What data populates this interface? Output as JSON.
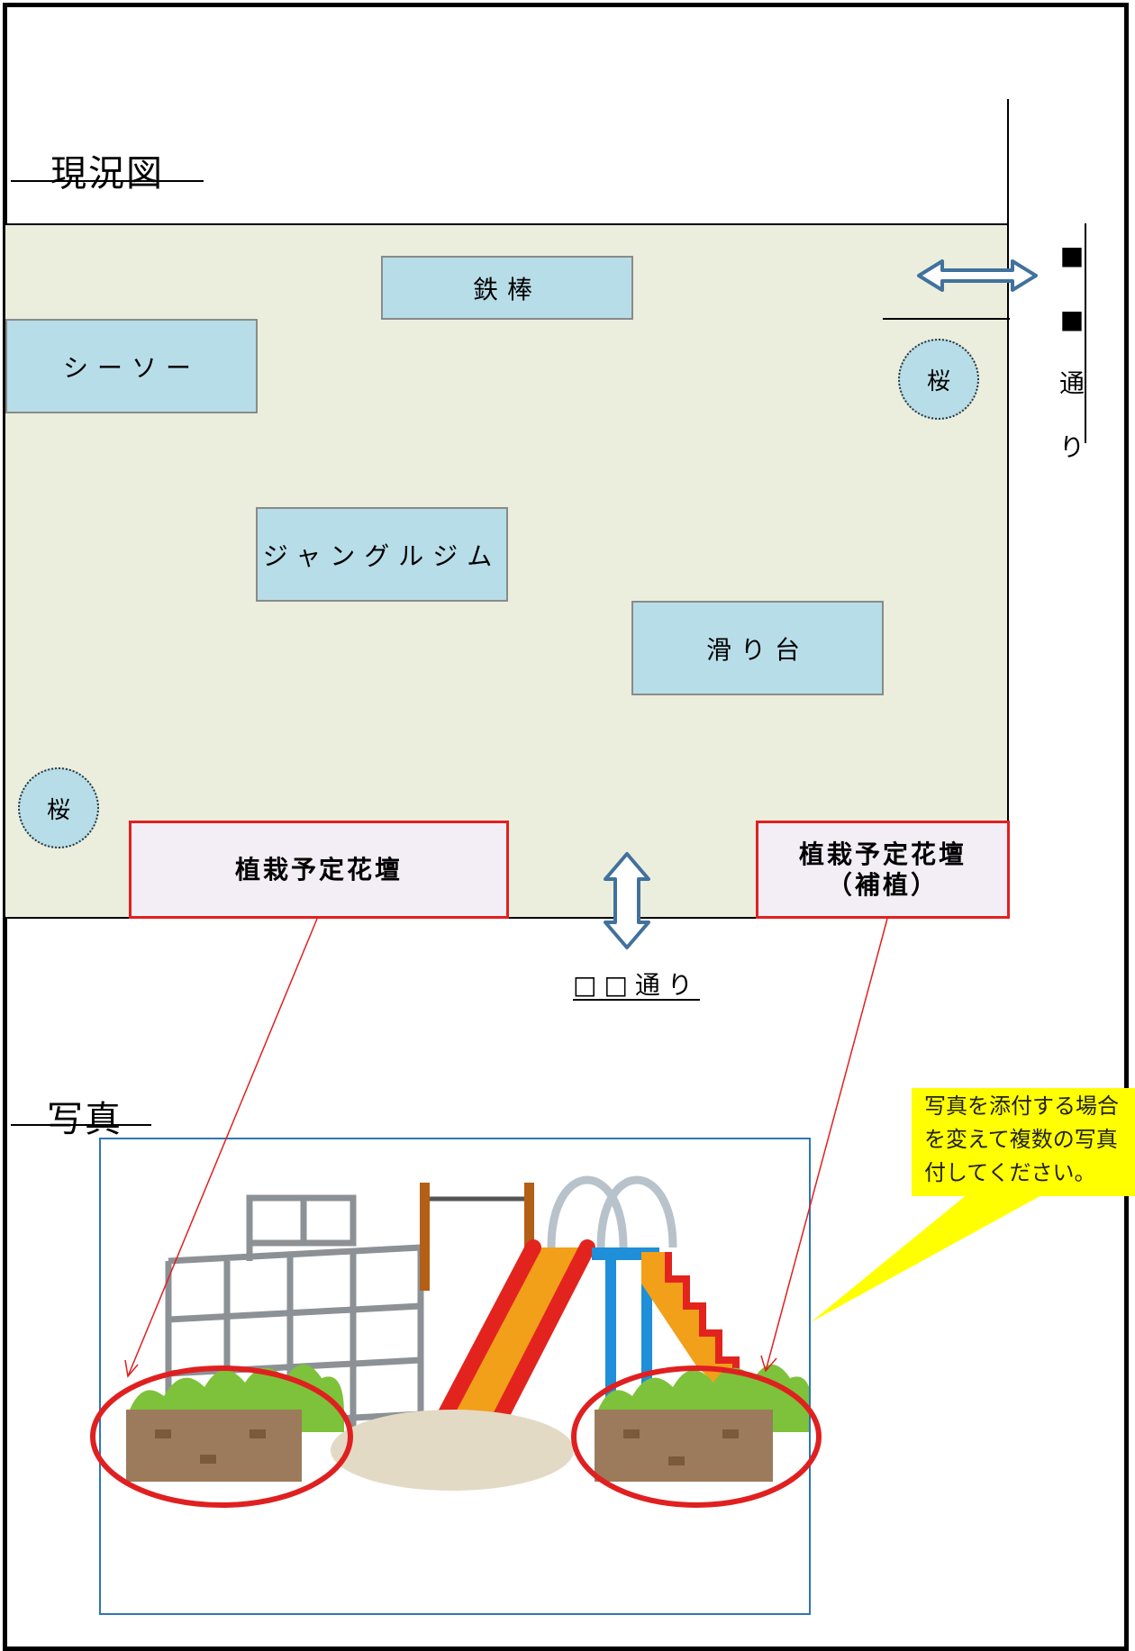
{
  "headings": {
    "current_map": "現況図",
    "photo": "写真"
  },
  "equipment": {
    "iron_bar": "鉄棒",
    "seesaw": "シーソー",
    "jungle_gym": "ジャングルジム",
    "slide": "滑り台"
  },
  "trees": {
    "top_right": "桜",
    "bottom_left": "桜"
  },
  "flower_beds": {
    "main": "植栽予定花壇",
    "supplement_line1": "植栽予定花壇",
    "supplement_line2": "（補植）"
  },
  "streets": {
    "right": [
      "■",
      "■",
      "通",
      "り"
    ],
    "bottom": "□□通り"
  },
  "note": {
    "lines": [
      "写真を添付する場合",
      "を変えて複数の写真",
      "付してください。"
    ]
  },
  "colors": {
    "park_ground": "#ebeedd",
    "equipment_fill": "#b7dde8",
    "bed_border": "#e02020",
    "bed_fill": "#f3eef5",
    "arrow": "#41719c",
    "note_fill": "#ffff00",
    "photo_border": "#2e75b6"
  }
}
